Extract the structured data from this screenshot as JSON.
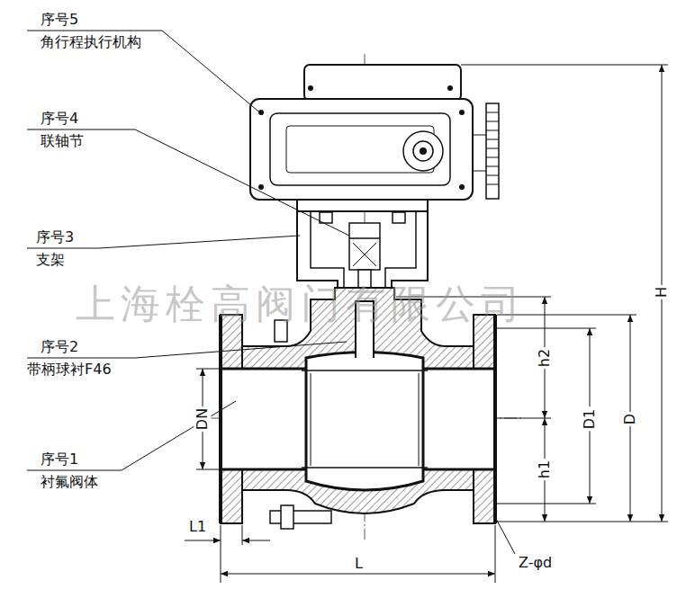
{
  "diagram": {
    "labels": [
      "序号5",
      "角行程执行机构",
      "序号4",
      "联轴节",
      "序号3",
      "支架",
      "序号2",
      "带柄球衬F46",
      "序号1",
      "衬氟阀体",
      "上海栓高阀门有限公司",
      "H",
      "DN",
      "h2",
      "h1",
      "D1",
      "D",
      "L1",
      "L",
      "Z-φd"
    ]
  }
}
